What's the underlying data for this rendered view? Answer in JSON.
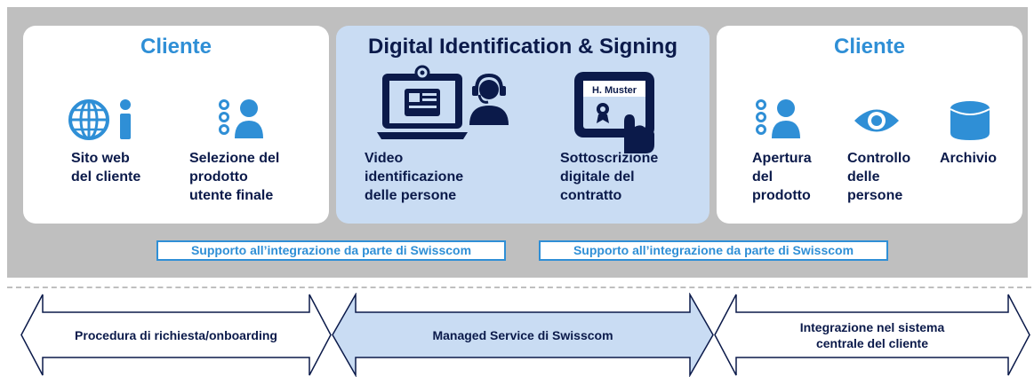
{
  "colors": {
    "accent_blue": "#2f8fd6",
    "navy": "#0b1a4a",
    "band_gray": "#bfbfbf",
    "highlight_blue": "#c9dcf3"
  },
  "panels": {
    "left": {
      "title": "Cliente",
      "items": [
        {
          "label": "Sito web\ndel cliente",
          "icon": "globe-info-icon"
        },
        {
          "label": "Selezione del\nprodotto\nutente finale",
          "icon": "user-list-icon"
        }
      ]
    },
    "center": {
      "title": "Digital Identification & Signing",
      "items": [
        {
          "label": "Video\nidentificazione\ndelle persone",
          "icon": "laptop-video-agent-icon"
        },
        {
          "label": "Sottoscrizione\ndigitale del\ncontratto",
          "icon": "tablet-signature-icon",
          "badge": "H. Muster"
        }
      ]
    },
    "right": {
      "title": "Cliente",
      "items": [
        {
          "label": "Apertura\ndel\nprodotto",
          "icon": "user-list-icon"
        },
        {
          "label": "Controllo\ndelle\npersone",
          "icon": "eye-icon"
        },
        {
          "label": "Archivio",
          "icon": "database-icon"
        }
      ]
    }
  },
  "support": [
    "Supporto all’integrazione da parte di Swisscom",
    "Supporto all’integrazione da parte di Swisscom"
  ],
  "arrows": [
    {
      "label": "Procedura di richiesta/onboarding"
    },
    {
      "label": "Managed Service di Swisscom"
    },
    {
      "label": "Integrazione nel sistema\ncentrale del cliente"
    }
  ]
}
